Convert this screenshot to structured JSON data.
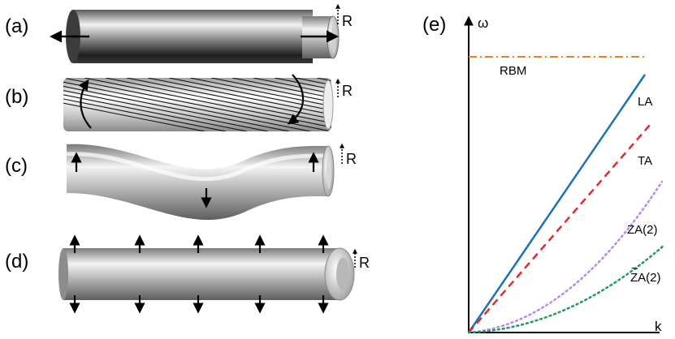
{
  "panels": {
    "a": {
      "label": "(a)",
      "radius_label": "R"
    },
    "b": {
      "label": "(b)",
      "radius_label": "R"
    },
    "c": {
      "label": "(c)",
      "radius_label": "R"
    },
    "d": {
      "label": "(d)",
      "radius_label": "R"
    },
    "e": {
      "label": "(e)"
    }
  },
  "dispersion": {
    "y_axis_label": "ω",
    "x_axis_label": "k",
    "curves": [
      {
        "name": "RBM",
        "color": "#f07f22",
        "style": "dash-dot",
        "kind": "flat"
      },
      {
        "name": "LA",
        "color": "#1f6fb8",
        "style": "solid",
        "kind": "linear"
      },
      {
        "name": "TA",
        "color": "#e62828",
        "style": "dashed",
        "kind": "linear"
      },
      {
        "name": "ZA(2)",
        "color": "#b88be8",
        "style": "dotted",
        "kind": "quadratic"
      },
      {
        "name": "ZA(2)",
        "color": "#1f9a5e",
        "style": "dotted",
        "kind": "quadratic",
        "tilde": true
      }
    ]
  },
  "colors": {
    "tube_dark": "#2a2a2a",
    "tube_light": "#f4f4f4",
    "tube_mid": "#9a9a9a"
  }
}
